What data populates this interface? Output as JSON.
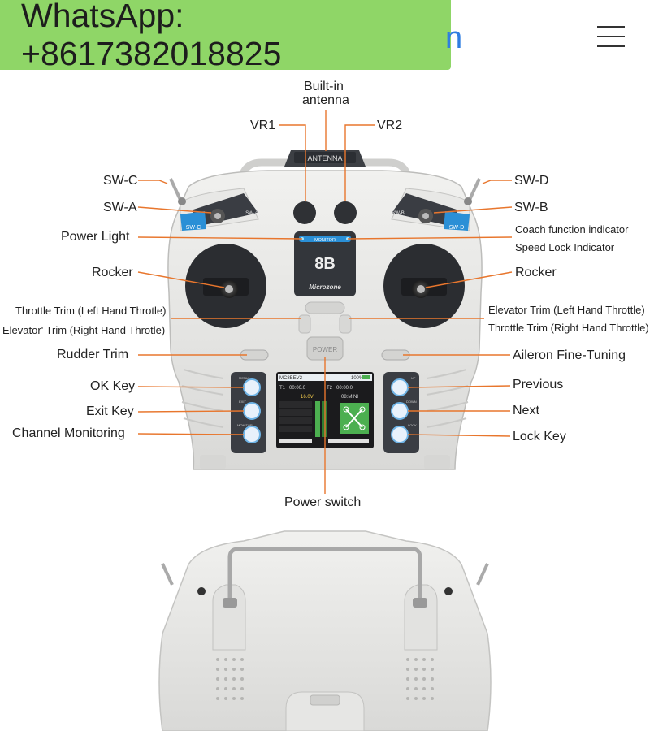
{
  "header": {
    "whatsapp_text": "WhatsApp: +8617382018825",
    "logo_fragment": "n",
    "menu_icon": "hamburger-menu-icon"
  },
  "device": {
    "antenna_text": "ANTENNA",
    "monitor_text": "MONITOR",
    "model_text": "8B",
    "brand_text": "Microzone",
    "power_button_text": "POWER",
    "screen_left_header": "MC8BEV2",
    "screen_battery": "100%",
    "screen_t1": "T1",
    "screen_t2": "T2",
    "screen_time1": "00:00.0",
    "screen_time2": "00:00.0",
    "screen_voltage": "16.0V",
    "screen_mode": "08:MINI",
    "key_labels_left": [
      "MENU",
      "EXIT",
      "MONITOR"
    ],
    "key_labels_right": [
      "UP",
      "DOWN",
      "LOCK"
    ],
    "sw_badge_a": "SW-A",
    "sw_badge_b": "SW-B",
    "sw_badge_c": "SW-C",
    "sw_badge_d": "SW-D"
  },
  "callouts": {
    "built_in": "Built-in",
    "antenna": "antenna",
    "vr1": "VR1",
    "vr2": "VR2",
    "sw_c": "SW-C",
    "sw_d": "SW-D",
    "sw_a": "SW-A",
    "sw_b": "SW-B",
    "power_light": "Power Light",
    "coach_indicator": "Coach function indicator",
    "speed_lock": "Speed Lock Indicator",
    "rocker_left": "Rocker",
    "rocker_right": "Rocker",
    "throttle_trim_left": "Throttle Trim (Left Hand Throtle)",
    "elevator_trim_right": "Elevator' Trim (Right Hand Throtle)",
    "elevator_trim_left": "Elevator Trim (Left Hand Throttle)",
    "throttle_trim_right": "Throttle Trim (Right Hand Throttle)",
    "rudder_trim": "Rudder Trim",
    "aileron_fine": "Aileron Fine-Tuning",
    "ok_key": "OK Key",
    "exit_key": "Exit Key",
    "channel_monitoring": "Channel Monitoring",
    "previous": "Previous",
    "next": "Next",
    "lock_key": "Lock Key",
    "power_switch": "Power switch"
  },
  "colors": {
    "banner": "#8fd667",
    "callout_line": "#e8762d",
    "device_body": "#e4e4e2",
    "accent_blue": "#2a8fd6",
    "screen_green": "#4caf50"
  }
}
